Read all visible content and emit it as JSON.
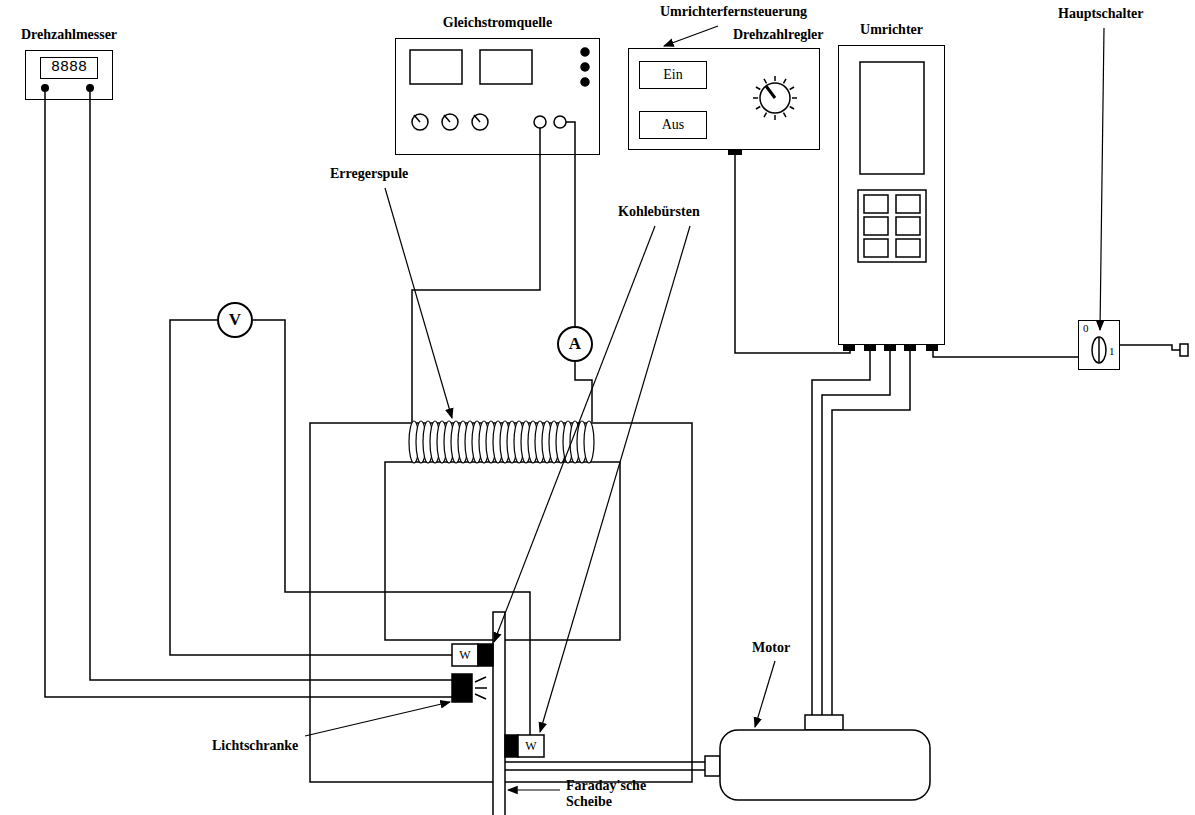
{
  "diagram": {
    "nodes": [
      {
        "text": [
          "Drehzahlmesser",
          "8888"
        ]
      },
      {
        "text": [
          "Gleichstromquelle"
        ]
      },
      {
        "text": [
          "Drehzahlregler"
        ]
      },
      {
        "text": [
          "Ein"
        ],
        "in": 2
      },
      {
        "text": [
          "Aus"
        ],
        "in": 2
      },
      {
        "text": [
          "Umrichter"
        ]
      },
      {
        "text": [
          "0",
          "1"
        ]
      },
      {
        "text": [
          "V"
        ]
      },
      {
        "text": [
          "A"
        ]
      }
    ],
    "edges": [
      {
        "from": 1,
        "to": 8,
        "arrow": "none"
      },
      {
        "from": 2,
        "to": 5,
        "arrow": "none"
      },
      {
        "from": 5,
        "to": 6,
        "arrow": "none"
      }
    ],
    "labels": [
      "Umrichterfernsteuerung",
      "Hauptschalter",
      "Erregerspule",
      "Kohlebürsten",
      "Motor",
      "Lichtschranke",
      "Faraday'sche Scheibe",
      "W",
      "W"
    ]
  }
}
